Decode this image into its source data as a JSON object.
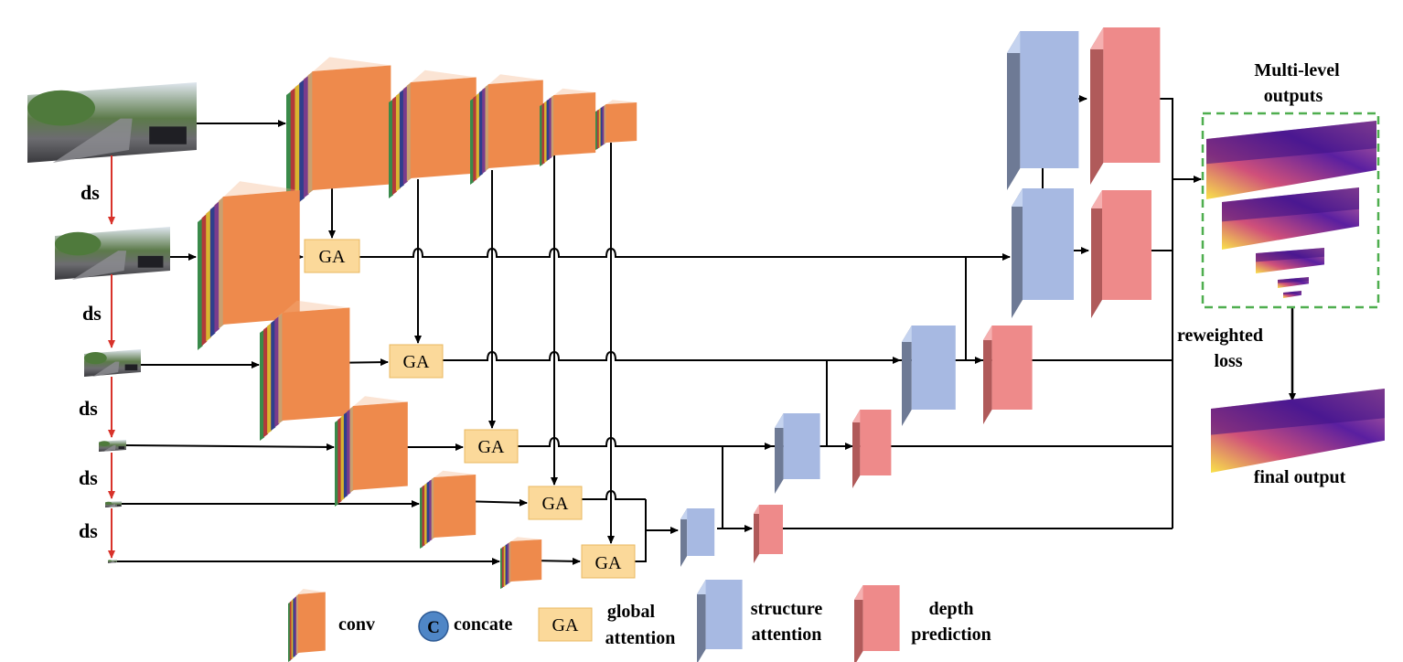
{
  "ds_label": "ds",
  "ga_label": "GA",
  "title_lines": [
    "Multi-level",
    "outputs"
  ],
  "reweighted_lines": [
    "reweighted",
    "loss"
  ],
  "final_label": "final output",
  "legend": {
    "conv": "conv",
    "concat_symbol": "C",
    "concat": "concate",
    "ga": "GA",
    "ga_text_lines": [
      "global",
      "attention"
    ],
    "sa_lines": [
      "structure",
      "attention"
    ],
    "dp_lines": [
      "depth",
      "prediction"
    ]
  },
  "colors": {
    "conv_stripes": [
      "#3a8a4a",
      "#b23a3a",
      "#d9b530",
      "#2f3f8c",
      "#7a3c8c",
      "#c8a070"
    ],
    "conv_front": "#ee8a4c",
    "conv_top": "#f3b183",
    "conv_side": "#c76a2e",
    "ga_fill": "#fbd99a",
    "ga_stroke": "#e8b860",
    "sa_front": "#a7b9e2",
    "sa_top": "#c5d3ef",
    "sa_side": "#6e7a95",
    "dp_front": "#ee8a8a",
    "dp_top": "#f5b0b0",
    "dp_side": "#b05a5a",
    "ds_arrow": "#d8322a",
    "feature_arrow": "#6a9fd2",
    "frame": "#4fae4f",
    "concat_fill": "#4f86c6"
  }
}
